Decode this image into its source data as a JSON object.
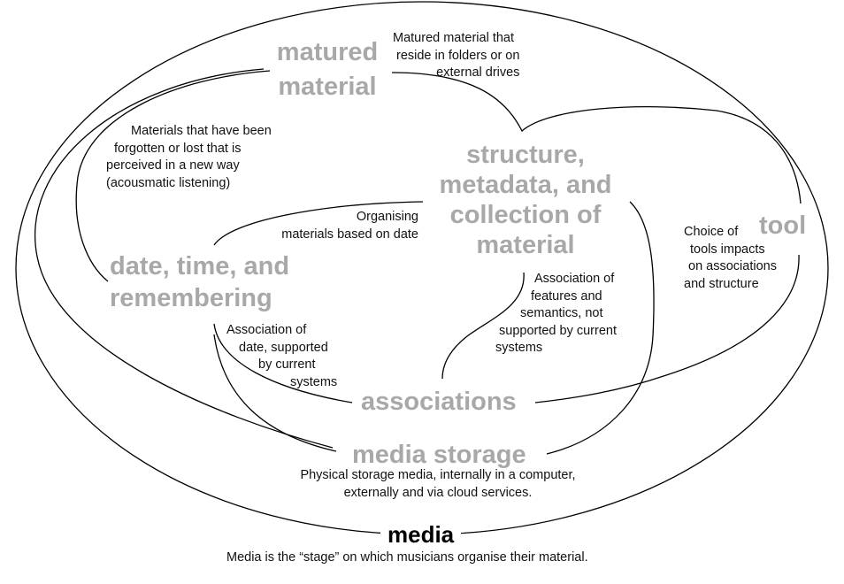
{
  "nodes": {
    "matured_material": [
      "matured",
      "material"
    ],
    "structure": [
      "structure,",
      "metadata, and",
      "collection of",
      "material"
    ],
    "date_time": [
      "date, time, and",
      "remembering"
    ],
    "tool": "tool",
    "associations": "associations",
    "media_storage": "media storage",
    "media": "media"
  },
  "notes": {
    "matured_material": [
      "Matured material that",
      "reside in folders or on",
      "external drives"
    ],
    "forgotten": [
      "Materials that have been",
      "forgotten or lost that is",
      "perceived in a new way",
      "(acousmatic listening)"
    ],
    "organising_date": [
      "Organising",
      "materials based on date"
    ],
    "tool_choice": [
      "Choice of",
      "tools impacts",
      "on associations",
      "and structure"
    ],
    "features": [
      "Association of",
      "features and",
      "semantics, not",
      "supported by current",
      "systems"
    ],
    "date_assoc": [
      "Association of",
      "date, supported",
      "by current",
      "systems"
    ],
    "media_storage": [
      "Physical storage media, internally in a computer,",
      "externally and via cloud services."
    ],
    "media": "Media is the “stage” on which musicians organise their material."
  },
  "colors": {
    "node_text": "#a8a8a8",
    "note_text": "#111111",
    "lines": "#000000",
    "background": "#ffffff"
  }
}
